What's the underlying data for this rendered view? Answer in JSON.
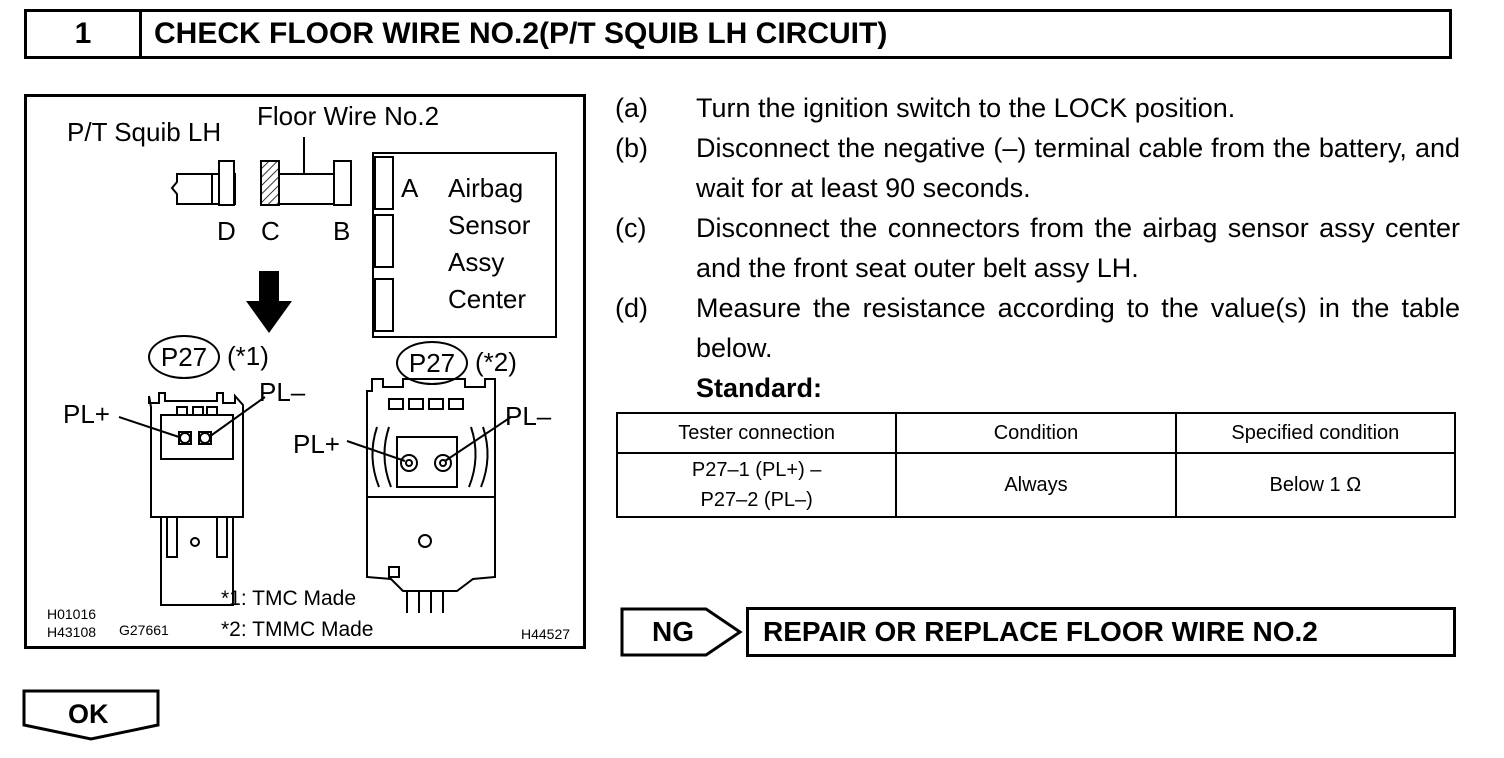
{
  "header": {
    "step_number": "1",
    "title": "CHECK FLOOR WIRE NO.2(P/T SQUIB LH CIRCUIT)"
  },
  "figure": {
    "labels": {
      "pt_squib_lh": "P/T Squib LH",
      "floor_wire": "Floor Wire No.2",
      "d": "D",
      "c": "C",
      "b": "B",
      "a": "A",
      "airbag": "Airbag",
      "sensor": "Sensor",
      "assy": "Assy",
      "center": "Center",
      "p27_left": "P27",
      "note1_ref": "(*1)",
      "p27_right": "P27",
      "note2_ref": "(*2)",
      "pl_plus_left": "PL+",
      "pl_minus_left": "PL–",
      "pl_plus_right": "PL+",
      "pl_minus_right": "PL–",
      "note1": "*1: TMC Made",
      "note2": "*2: TMMC Made",
      "code_h01016": "H01016",
      "code_h43108": "H43108",
      "code_g27661": "G27661",
      "code_h44527": "H44527"
    }
  },
  "steps": [
    {
      "label": "(a)",
      "text": "Turn the ignition switch to the LOCK position."
    },
    {
      "label": "(b)",
      "text": "Disconnect the negative (–) terminal cable from the battery, and wait for at least 90 seconds."
    },
    {
      "label": "(c)",
      "text": "Disconnect the connectors from the airbag sensor assy center and the front seat outer belt assy LH."
    },
    {
      "label": "(d)",
      "text": "Measure the resistance according to the value(s) in the table below."
    }
  ],
  "standard_label": "Standard:",
  "table": {
    "headers": [
      "Tester connection",
      "Condition",
      "Specified condition"
    ],
    "row": {
      "connection_line1": "P27–1 (PL+) –",
      "connection_line2": "P27–2 (PL–)",
      "condition": "Always",
      "specified": "Below 1 Ω"
    }
  },
  "ng": {
    "label": "NG",
    "action": "REPAIR OR REPLACE FLOOR WIRE NO.2"
  },
  "ok": {
    "label": "OK"
  }
}
